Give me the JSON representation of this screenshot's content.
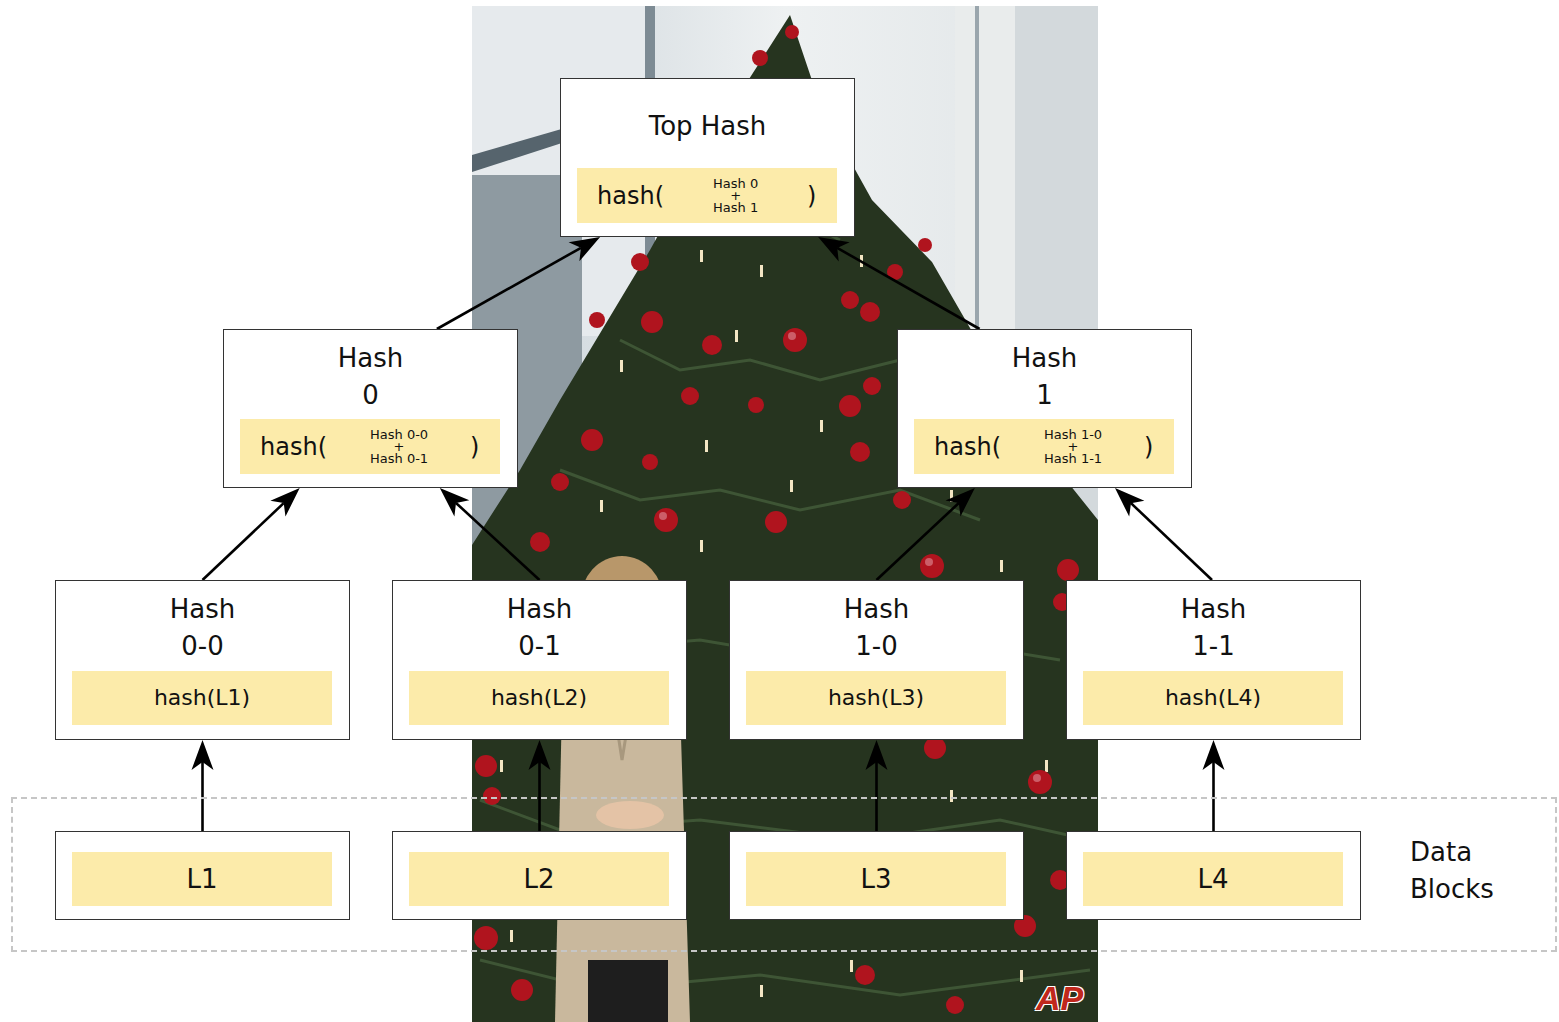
{
  "diagram": {
    "nodes": [
      {
        "text": [
          "Top Hash",
          "hash(",
          "Hash 0",
          "+",
          "Hash 1",
          ")"
        ]
      },
      {
        "text": [
          "Hash 0",
          "hash(",
          "Hash 0-0",
          "+",
          "Hash 0-1",
          ")"
        ]
      },
      {
        "text": [
          "Hash 1",
          "hash(",
          "Hash 1-0",
          "+",
          "Hash 1-1",
          ")"
        ]
      },
      {
        "text": [
          "Hash 0-0",
          "hash(L1)"
        ]
      },
      {
        "text": [
          "Hash 0-1",
          "hash(L2)"
        ]
      },
      {
        "text": [
          "Hash 1-0",
          "hash(L3)"
        ]
      },
      {
        "text": [
          "Hash 1-1",
          "hash(L4)"
        ]
      },
      {
        "text": [
          "Data Blocks"
        ]
      },
      {
        "text": [
          "L1"
        ],
        "in": 7
      },
      {
        "text": [
          "L2"
        ],
        "in": 7
      },
      {
        "text": [
          "L3"
        ],
        "in": 7
      },
      {
        "text": [
          "L4"
        ],
        "in": 7
      }
    ],
    "edges": [
      {
        "from": 8,
        "to": 3,
        "arrow": "to"
      },
      {
        "from": 9,
        "to": 4,
        "arrow": "to"
      },
      {
        "from": 10,
        "to": 5,
        "arrow": "to"
      },
      {
        "from": 11,
        "to": 6,
        "arrow": "to"
      },
      {
        "from": 3,
        "to": 1,
        "arrow": "to"
      },
      {
        "from": 4,
        "to": 1,
        "arrow": "to"
      },
      {
        "from": 5,
        "to": 2,
        "arrow": "to"
      },
      {
        "from": 6,
        "to": 2,
        "arrow": "to"
      },
      {
        "from": 1,
        "to": 0,
        "arrow": "to"
      },
      {
        "from": 2,
        "to": 0,
        "arrow": "to"
      }
    ],
    "labels": [
      "AP"
    ]
  }
}
